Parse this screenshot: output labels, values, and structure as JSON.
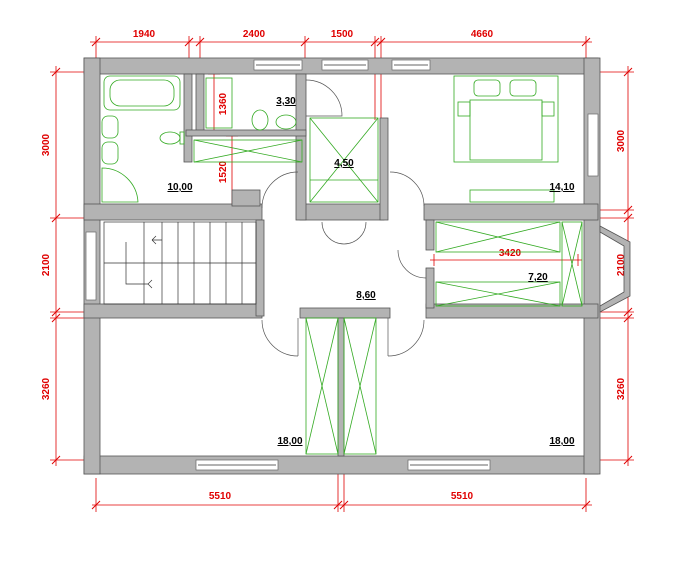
{
  "diagram": {
    "dimensions_top": [
      "1940",
      "2400",
      "1500",
      "4660"
    ],
    "dimensions_bottom": [
      "5510",
      "5510"
    ],
    "dimensions_left": [
      "3000",
      "2100",
      "3260"
    ],
    "dimensions_right": [
      "3000",
      "2100",
      "3260"
    ],
    "dimensions_internal": [
      "1360",
      "1520",
      "3420"
    ],
    "room_areas": {
      "bathroom": "10,00",
      "wc": "3,30",
      "closet": "4,50",
      "bedroom_top_right": "14,10",
      "hall": "8,60",
      "dressing": "7,20",
      "room_bottom_left": "18,00",
      "room_bottom_right": "18,00"
    },
    "colors": {
      "dimension": "#e00000",
      "fixtures": "#33aa22",
      "wall": "#b3b3b3"
    }
  }
}
